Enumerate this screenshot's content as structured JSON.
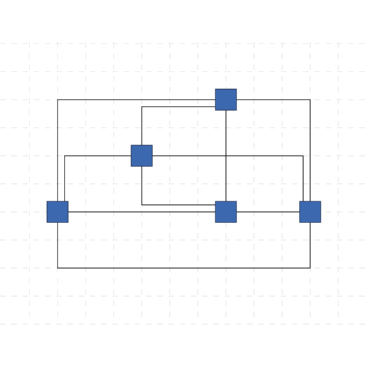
{
  "diagram": {
    "type": "network-graph",
    "node_color": "#3c68b0",
    "edge_color": "#000000",
    "grid_color": "#e6e6e6",
    "nodes": [
      {
        "id": "n1"
      },
      {
        "id": "n2"
      },
      {
        "id": "n3"
      },
      {
        "id": "n4"
      },
      {
        "id": "n5"
      }
    ],
    "edges": [
      {
        "id": "e1",
        "from": "n1",
        "to": "n4"
      },
      {
        "id": "e2",
        "from": "n1",
        "to": "n3"
      },
      {
        "id": "e3",
        "from": "n1",
        "to": "n2"
      },
      {
        "id": "e4",
        "from": "n2",
        "to": "n4"
      },
      {
        "id": "e5",
        "from": "n2",
        "to": "n5"
      },
      {
        "id": "e6",
        "from": "n2",
        "to": "n3"
      },
      {
        "id": "e7",
        "from": "n3",
        "to": "n4"
      },
      {
        "id": "e8",
        "from": "n3",
        "to": "n5"
      },
      {
        "id": "e9",
        "from": "n4",
        "to": "n5"
      }
    ]
  }
}
